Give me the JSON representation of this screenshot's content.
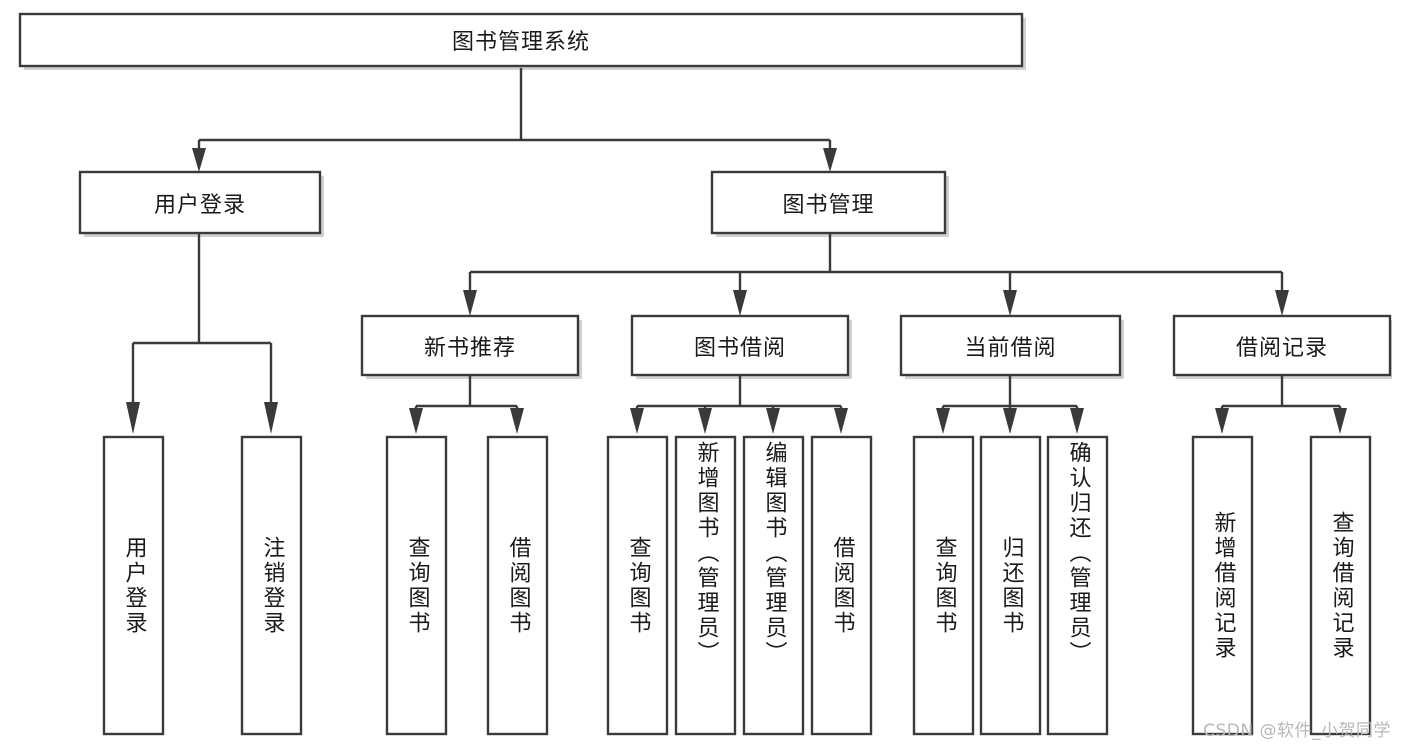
{
  "diagram": {
    "type": "tree-hierarchy",
    "title": "图书管理系统",
    "watermark": "CSDN @软件_小贺同学",
    "colors": {
      "stroke": "#3a3a3a",
      "fill": "#ffffff",
      "shadow": "#c9c9c9",
      "text": "#1a1a1a",
      "watermark": "#b8b8b8"
    },
    "root": {
      "label": "图书管理系统",
      "orientation": "horizontal"
    },
    "level2": [
      {
        "label": "用户登录",
        "orientation": "horizontal"
      },
      {
        "label": "图书管理",
        "orientation": "horizontal"
      }
    ],
    "level3": [
      {
        "label": "新书推荐",
        "orientation": "horizontal"
      },
      {
        "label": "图书借阅",
        "orientation": "horizontal"
      },
      {
        "label": "当前借阅",
        "orientation": "horizontal"
      },
      {
        "label": "借阅记录",
        "orientation": "horizontal"
      }
    ],
    "leaves": {
      "user_login": [
        {
          "label": "用户登录",
          "orientation": "vertical"
        },
        {
          "label": "注销登录",
          "orientation": "vertical"
        }
      ],
      "new_book": [
        {
          "label": "查询图书",
          "orientation": "vertical"
        },
        {
          "label": "借阅图书",
          "orientation": "vertical"
        }
      ],
      "book_borrow": [
        {
          "label": "查询图书",
          "orientation": "vertical"
        },
        {
          "label": "新增图书（管理员）",
          "orientation": "vertical"
        },
        {
          "label": "编辑图书（管理员）",
          "orientation": "vertical"
        },
        {
          "label": "借阅图书",
          "orientation": "vertical"
        }
      ],
      "current_borrow": [
        {
          "label": "查询图书",
          "orientation": "vertical"
        },
        {
          "label": "归还图书",
          "orientation": "vertical"
        },
        {
          "label": "确认归还（管理员）",
          "orientation": "vertical"
        }
      ],
      "borrow_record": [
        {
          "label": "新增借阅记录",
          "orientation": "vertical"
        },
        {
          "label": "查询借阅记录",
          "orientation": "vertical"
        }
      ]
    }
  }
}
